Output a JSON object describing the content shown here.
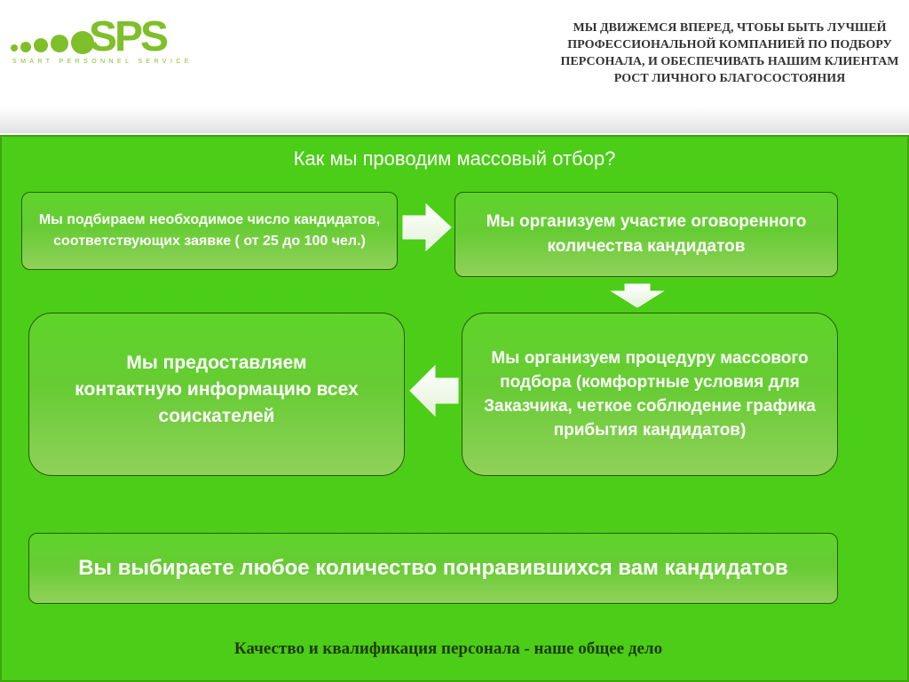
{
  "header": {
    "logo": {
      "wordmark": "SPS",
      "tagline": "SMART PERSONNEL SERVICE",
      "color": "#7fbf2a"
    },
    "motto": "МЫ ДВИЖЕМСЯ ВПЕРЕД, ЧТОБЫ БЫТЬ ЛУЧШЕЙ ПРОФЕССИОНАЛЬНОЙ КОМПАНИЕЙ ПО ПОДБОРУ ПЕРСОНАЛА, И ОБЕСПЕЧИВАТЬ НАШИМ КЛИЕНТАМ РОСТ ЛИЧНОГО БЛАГОСОСТОЯНИЯ"
  },
  "slide": {
    "title": "Как мы проводим массовый отбор?",
    "background_color": "#4ccd17",
    "steps": [
      {
        "text": "Мы подбираем необходимое число кандидатов, соответствующих заявке ( от 25 до 100 чел.)"
      },
      {
        "text": "Мы организуем участие оговоренного количества кандидатов"
      },
      {
        "text": "Мы организуем процедуру массового подбора (комфортные условия для Заказчика, четкое соблюдение графика прибытия кандидатов)"
      },
      {
        "text": "Мы предоставляем контактную информацию всех соискателей"
      }
    ],
    "conclusion": "Вы выбираете любое количество понравившихся вам кандидатов",
    "arrows": [
      {
        "icon": "arrow-right-icon"
      },
      {
        "icon": "arrow-down-icon"
      },
      {
        "icon": "arrow-left-icon"
      }
    ],
    "footer": "Качество и квалификация персонала - наше общее дело"
  }
}
